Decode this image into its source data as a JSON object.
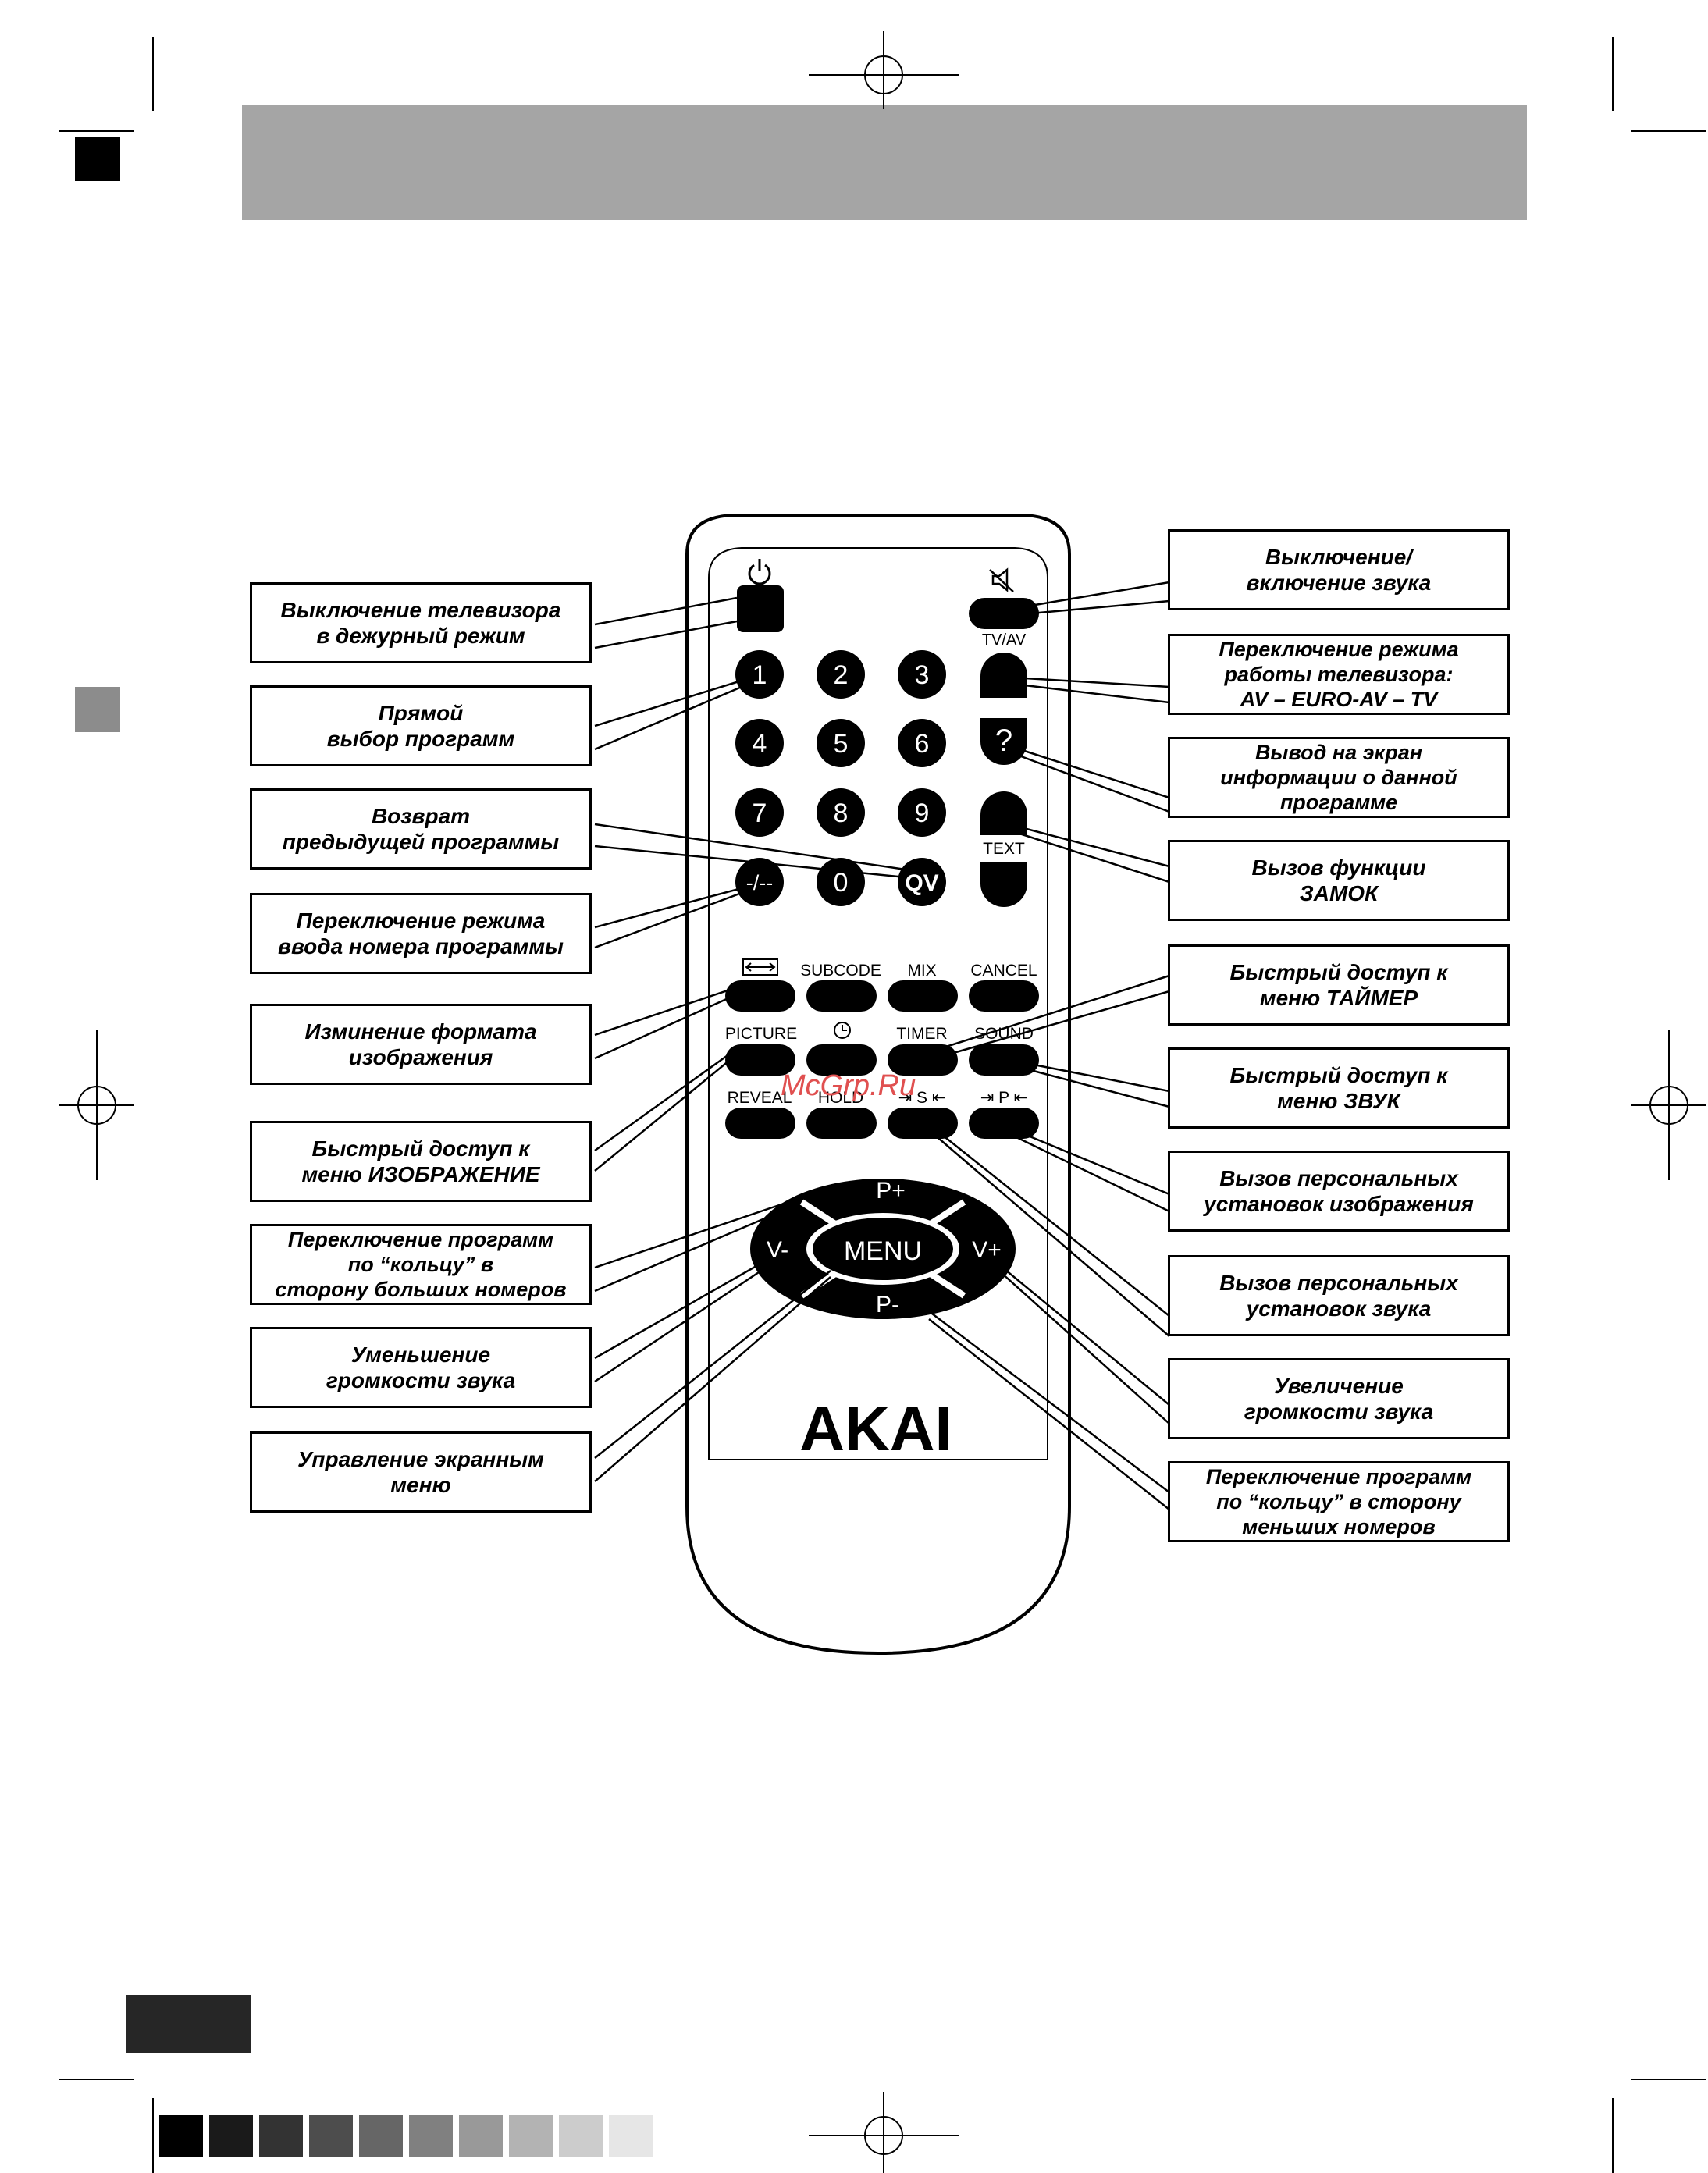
{
  "remote": {
    "brand": "AKAI",
    "buttons": {
      "power_icon": "power-icon",
      "mute_icon": "speaker-mute-icon",
      "tv_av": "TV/AV",
      "digits": [
        "1",
        "2",
        "3",
        "4",
        "5",
        "6",
        "7",
        "8",
        "9",
        "-/--",
        "0",
        "QV"
      ],
      "info": "?",
      "text": "TEXT",
      "aspect_icon": "aspect-ratio-icon",
      "subcode": "SUBCODE",
      "mix": "MIX",
      "cancel": "CANCEL",
      "picture": "PICTURE",
      "clock_icon": "clock-icon",
      "timer": "TIMER",
      "sound": "SOUND",
      "reveal": "REVEAL",
      "hold": "HOLD",
      "s_preset": "⇥ S ⇤",
      "p_preset": "⇥ P ⇤",
      "p_plus": "P+",
      "p_minus": "P-",
      "v_minus": "V-",
      "v_plus": "V+",
      "menu": "MENU"
    }
  },
  "labels_left": [
    "Выключение телевизора\nв дежурный режим",
    "Прямой\nвыбор программ",
    "Возврат\nпредыдущей программы",
    "Переключение режима\nввода номера программы",
    "Изминение формата\nизображения",
    "Быстрый доступ к\nменю ИЗОБРАЖЕНИЕ",
    "Переключение программ\nпо “кольцу” в\nсторону больших номеров",
    "Уменьшение\nгромкости звука",
    "Управление  экранным\nменю"
  ],
  "labels_right": [
    "Выключение/\nвключение звука",
    "Переключение режима\nработы телевизора:\nAV – EURO-AV – TV",
    "Вывод  на  экран\nинформации о  данной\nпрограмме",
    "Вызов функции\nЗАМОК",
    "Быстрый доступ к\nменю ТАЙМЕР",
    "Быстрый доступ к\nменю ЗВУК",
    "Вызов персональных\nустановок изображения",
    "Вызов персональных\nустановок звука",
    "Увеличение\nгромкости звука",
    "Переключение программ\nпо “кольцу” в сторону\nменьших номеров"
  ],
  "watermark": "McGrp.Ru",
  "colors": {
    "header_band": "#a5a5a5",
    "swatches": [
      "#000000",
      "#1a1a1a",
      "#333333",
      "#4d4d4d",
      "#666666",
      "#808080",
      "#999999",
      "#b3b3b3",
      "#cccccc",
      "#e6e6e6"
    ]
  }
}
